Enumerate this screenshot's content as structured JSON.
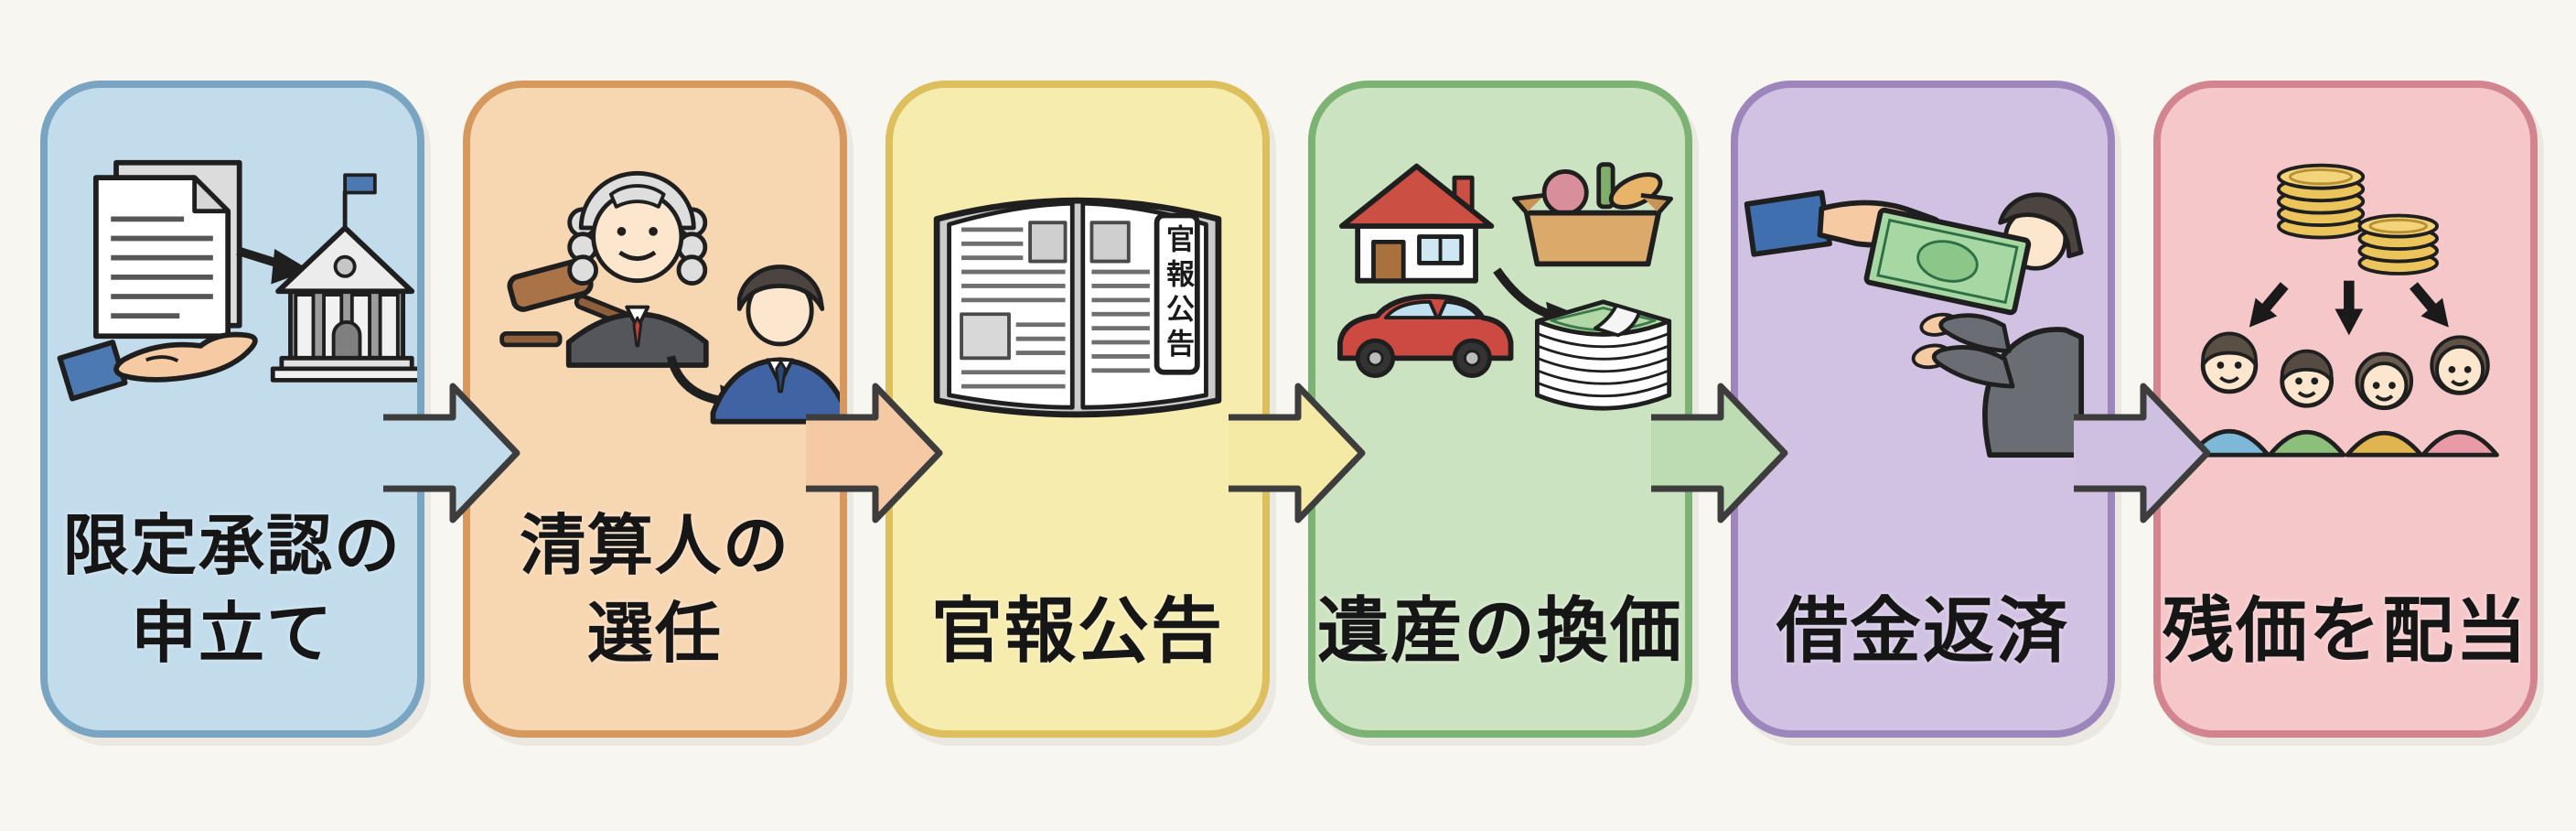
{
  "background": "#f8f6f0",
  "outline_color": "#3d3d3d",
  "text_color": "#161616",
  "steps": [
    {
      "id": 1,
      "label": "限定承認の申立て",
      "lines": [
        "限定承認の",
        "申立て"
      ],
      "fill": "#c2dcec",
      "border": "#79a5c2",
      "icons": [
        "documents-icon",
        "giving-hand-icon",
        "arrow-right-icon",
        "courthouse-icon"
      ]
    },
    {
      "id": 2,
      "label": "清算人の選任",
      "lines": [
        "清算人の",
        "選任"
      ],
      "fill": "#f7d6b2",
      "border": "#d7985e",
      "icons": [
        "judge-icon",
        "gavel-icon",
        "curved-arrow-icon",
        "appointed-person-icon"
      ]
    },
    {
      "id": 3,
      "label": "官報公告",
      "lines": [
        "官報公告"
      ],
      "book_label": "官報公告",
      "fill": "#f6ecae",
      "border": "#ddbf5e",
      "icons": [
        "official-gazette-book-icon"
      ]
    },
    {
      "id": 4,
      "label": "遺産の換価",
      "lines": [
        "遺産の換価"
      ],
      "fill": "#cce3c1",
      "border": "#7cb273",
      "icons": [
        "house-icon",
        "car-icon",
        "goods-box-icon",
        "curved-arrow-icon",
        "cash-stack-icon"
      ]
    },
    {
      "id": 5,
      "label": "借金返済",
      "lines": [
        "借金返済"
      ],
      "fill": "#d1c2e3",
      "border": "#9d86bc",
      "icons": [
        "paying-hand-icon",
        "banknote-icon",
        "receiving-person-icon"
      ]
    },
    {
      "id": 6,
      "label": "残価を配当",
      "lines": [
        "残価を配当"
      ],
      "fill": "#f6c7c9",
      "border": "#d2858f",
      "icons": [
        "coin-stacks-icon",
        "distribution-arrows-icon",
        "family-icon"
      ]
    }
  ],
  "connectors": [
    {
      "from": 1,
      "to": 2,
      "fill": "#c2dcec"
    },
    {
      "from": 2,
      "to": 3,
      "fill": "#f5c9a4"
    },
    {
      "from": 3,
      "to": 4,
      "fill": "#f5e9a6"
    },
    {
      "from": 4,
      "to": 5,
      "fill": "#bedcb4"
    },
    {
      "from": 5,
      "to": 6,
      "fill": "#cfc0e2"
    }
  ]
}
